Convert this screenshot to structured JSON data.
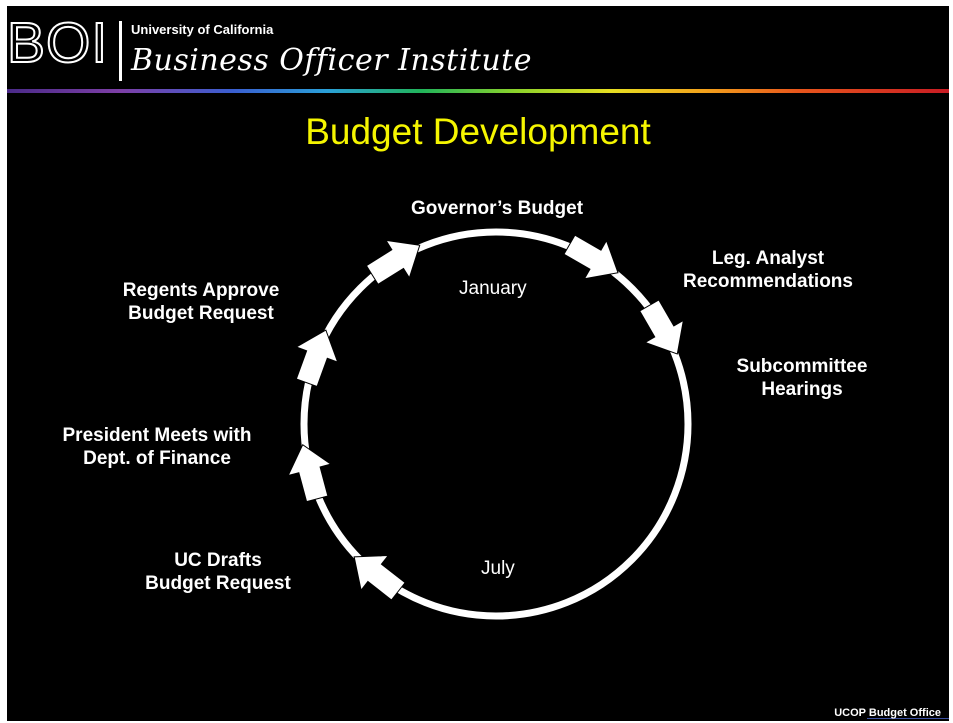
{
  "header": {
    "logo_letters": "BOI",
    "organization": "University of California",
    "institute": "Business Officer Institute"
  },
  "title": "Budget Development",
  "cycle": {
    "months": {
      "top": "January",
      "bottom": "July"
    },
    "steps": [
      {
        "id": "governors-budget",
        "lines": [
          "Governor’s Budget"
        ]
      },
      {
        "id": "leg-analyst",
        "lines": [
          "Leg. Analyst",
          "Recommendations"
        ]
      },
      {
        "id": "subcommittee",
        "lines": [
          "Subcommittee",
          "Hearings"
        ]
      },
      {
        "id": "uc-drafts",
        "lines": [
          "UC Drafts",
          "Budget Request"
        ]
      },
      {
        "id": "president-meets",
        "lines": [
          "President Meets with",
          "Dept. of Finance"
        ]
      },
      {
        "id": "regents-approve",
        "lines": [
          "Regents Approve",
          "Budget Request"
        ]
      }
    ]
  },
  "footer": "UCOP Budget Office",
  "colors": {
    "background": "#000000",
    "title": "#f5f500",
    "text": "#ffffff",
    "ring": "#ffffff"
  }
}
